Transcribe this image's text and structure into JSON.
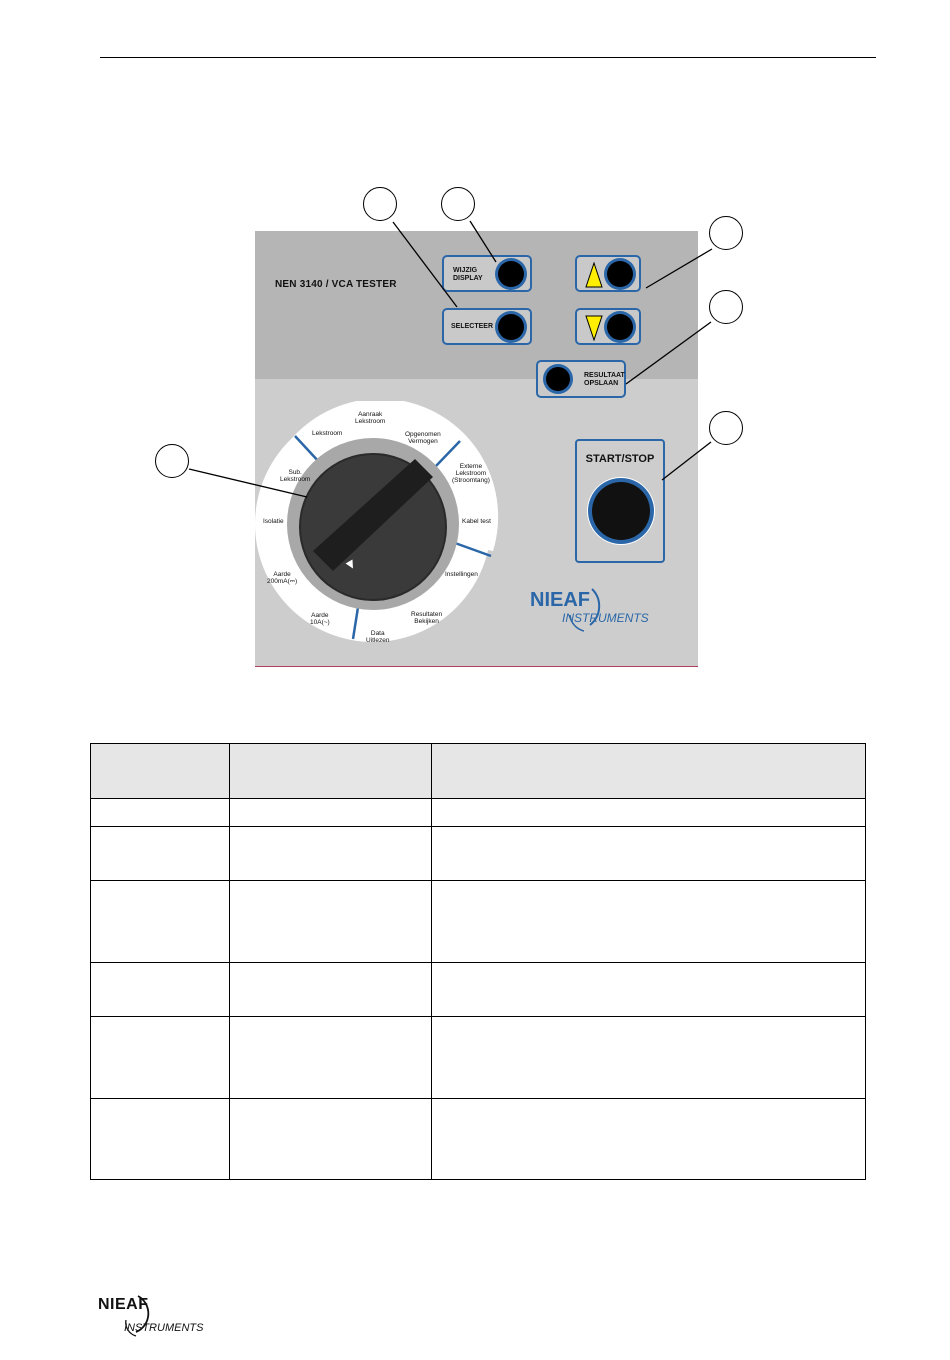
{
  "panel": {
    "model_title": "NEN 3140 / VCA TESTER",
    "buttons": {
      "wijzig_display": "WIJZIG\nDISPLAY",
      "selecteer": "SELECTEER",
      "resultaat_opslaan": "RESULTAAT\nOPSLAAN",
      "start_stop": "START/STOP"
    },
    "dial_positions": [
      "Aanraak\nLekstroom",
      "Opgenomen\nVermogen",
      "Externe\nLekstroom\n(Stroomtang)",
      "Kabel test",
      "Instellingen",
      "Resultaten\nBekijken",
      "Data\nUitlezen",
      "Aarde\n10A(~)",
      "Aarde\n200mA(⎓)",
      "Isolatie",
      "Sub.\nLekstroom",
      "Lekstroom"
    ],
    "brand_name": "NIEAF",
    "brand_sub": "INSTRUMENTS"
  },
  "footer": {
    "brand_name": "NIEAF",
    "brand_sub": "INSTRUMENTS"
  },
  "colors": {
    "accent_blue": "#2b67a8",
    "panel_top": "#b5b5b5",
    "panel_bottom": "#cdcdcd",
    "triangle_yellow": "#ffee00"
  },
  "table": {
    "rows": [
      [
        "",
        "",
        ""
      ],
      [
        "",
        "",
        ""
      ],
      [
        "",
        "",
        ""
      ],
      [
        "",
        "",
        ""
      ],
      [
        "",
        "",
        ""
      ],
      [
        "",
        "",
        ""
      ]
    ]
  }
}
